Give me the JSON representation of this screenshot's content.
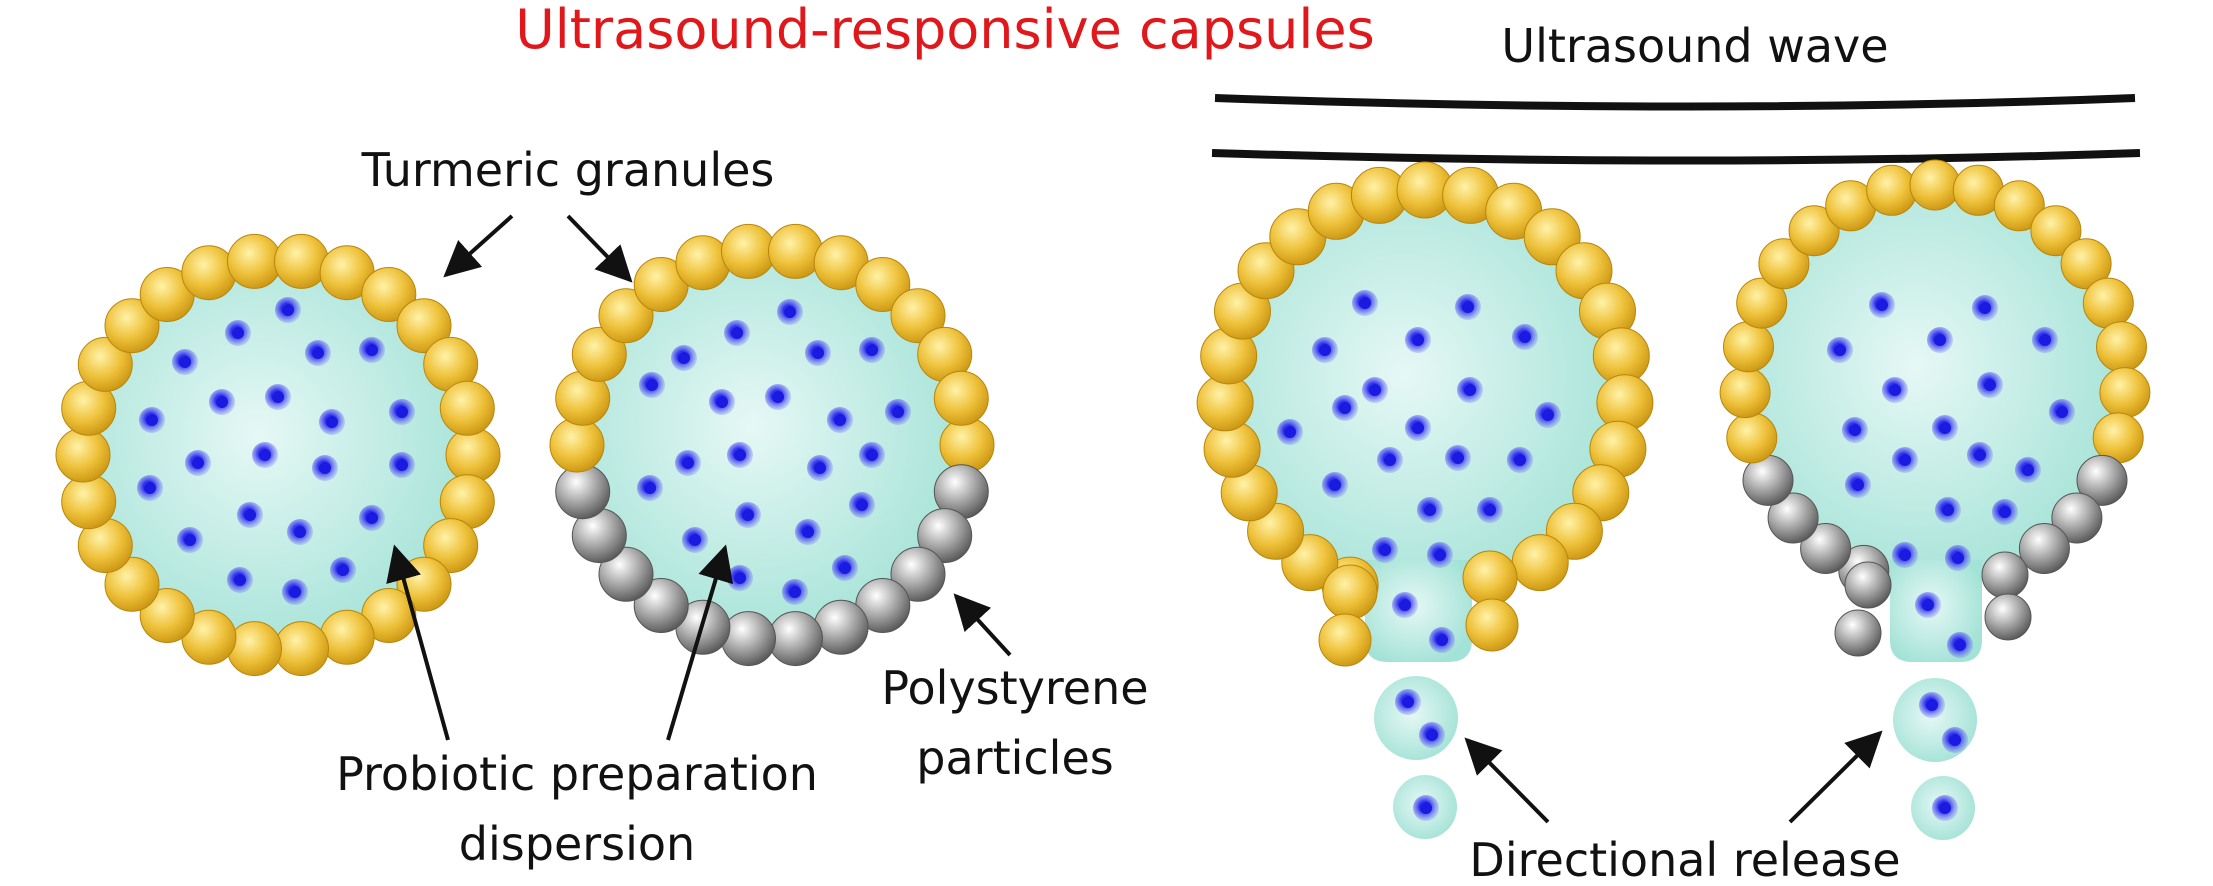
{
  "title": "Ultrasound-responsive capsules",
  "labels": {
    "ultrasound_wave": "Ultrasound wave",
    "turmeric_granules": "Turmeric granules",
    "probiotic_line1": "Probiotic preparation",
    "probiotic_line2": "dispersion",
    "polystyrene_line1": "Polystyrene",
    "polystyrene_line2": "particles",
    "directional_release": "Directional release"
  },
  "colors": {
    "title": "#e0181b",
    "text": "#111111",
    "turmeric": "#e8b820",
    "polystyrene": "#8c8c8c",
    "core": "#a9e6db",
    "probiotic": "#2222dd"
  }
}
